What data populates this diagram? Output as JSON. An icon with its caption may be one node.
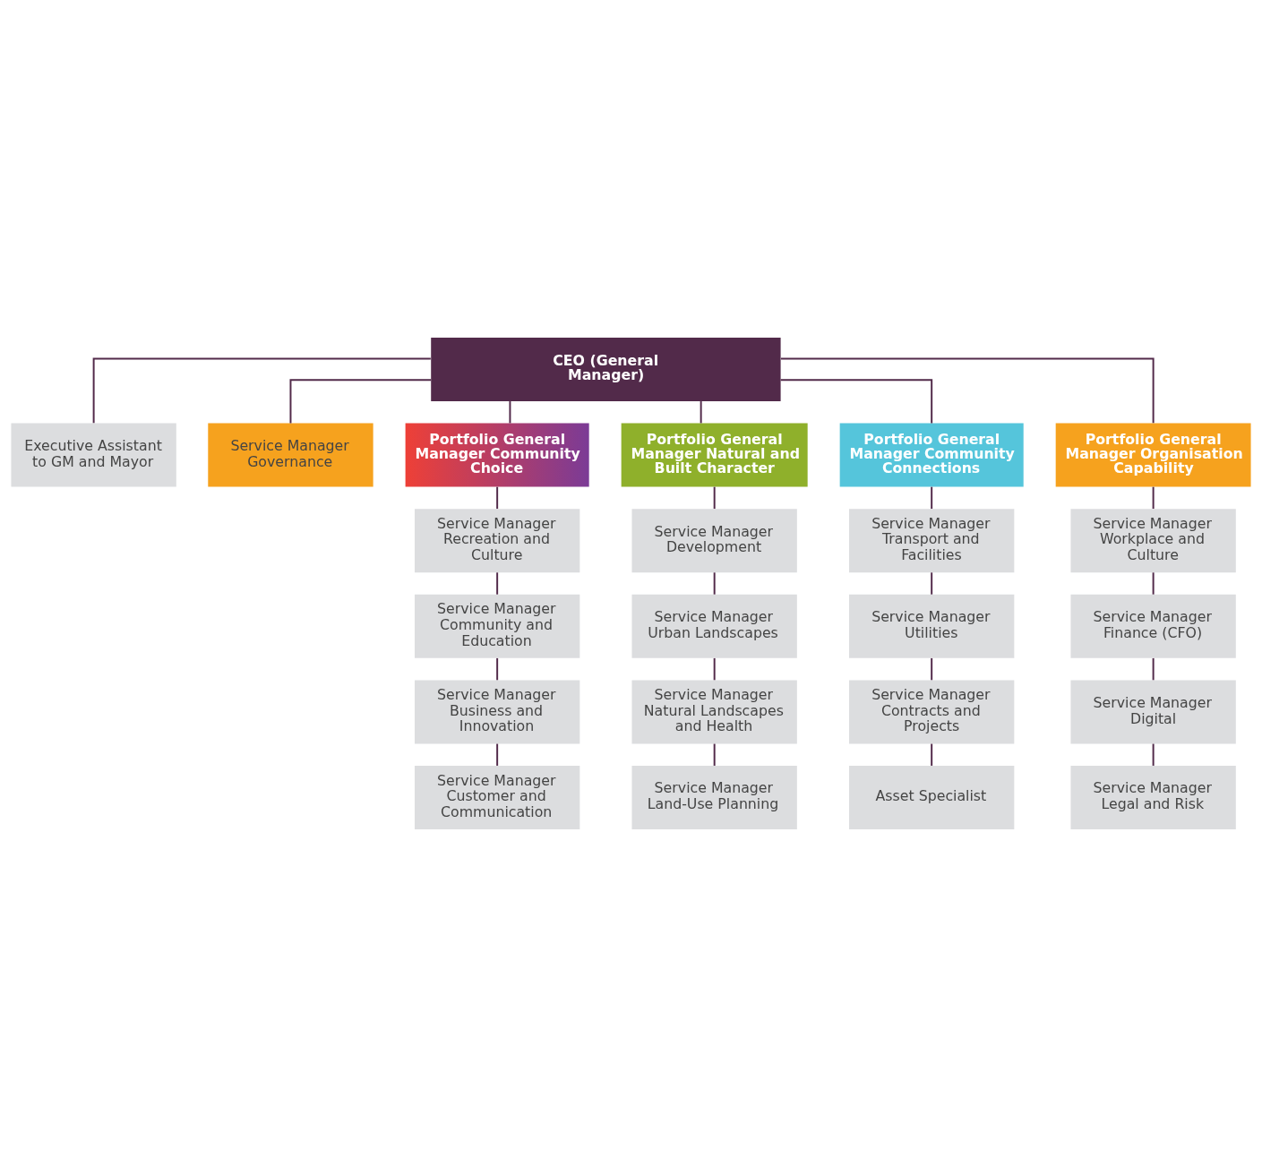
{
  "diagram": {
    "nodes": [
      {
        "text": [
          "CEO (General Manager)"
        ]
      },
      {
        "text": [
          "Executive Assistant to GM and Mayor"
        ]
      },
      {
        "text": [
          "Service Manager Governance"
        ]
      },
      {
        "text": [
          "Portfolio General Manager Community Choice"
        ]
      },
      {
        "text": [
          "Portfolio General Manager Natural and Built Character"
        ]
      },
      {
        "text": [
          "Portfolio General Manager Community Connections"
        ]
      },
      {
        "text": [
          "Portfolio General Manager Organisation Capability"
        ]
      },
      {
        "text": [
          "Service Manager Recreation and Culture"
        ]
      },
      {
        "text": [
          "Service Manager Community and Education"
        ]
      },
      {
        "text": [
          "Service Manager Business and Innovation"
        ]
      },
      {
        "text": [
          "Service Manager Customer and Communication"
        ]
      },
      {
        "text": [
          "Service Manager Development"
        ]
      },
      {
        "text": [
          "Service Manager Urban Landscapes"
        ]
      },
      {
        "text": [
          "Service Manager Natural Landscapes and Health"
        ]
      },
      {
        "text": [
          "Service Manager Land-Use Planning"
        ]
      },
      {
        "text": [
          "Service Manager Transport and Facilities"
        ]
      },
      {
        "text": [
          "Service Manager Utilities"
        ]
      },
      {
        "text": [
          "Service Manager Contracts and Projects"
        ]
      },
      {
        "text": [
          "Asset Specialist"
        ]
      },
      {
        "text": [
          "Service Manager Workplace and Culture"
        ]
      },
      {
        "text": [
          "Service Manager Finance (CFO)"
        ]
      },
      {
        "text": [
          "Service Manager Digital"
        ]
      },
      {
        "text": [
          "Service Manager Legal and Risk"
        ]
      }
    ],
    "edges": [
      {
        "from": 0,
        "to": 1,
        "arrow": "none"
      },
      {
        "from": 0,
        "to": 2,
        "arrow": "none"
      },
      {
        "from": 0,
        "to": 3,
        "arrow": "none"
      },
      {
        "from": 0,
        "to": 4,
        "arrow": "none"
      },
      {
        "from": 0,
        "to": 5,
        "arrow": "none"
      },
      {
        "from": 0,
        "to": 6,
        "arrow": "none"
      },
      {
        "from": 3,
        "to": 7,
        "arrow": "none"
      },
      {
        "from": 7,
        "to": 8,
        "arrow": "none"
      },
      {
        "from": 8,
        "to": 9,
        "arrow": "none"
      },
      {
        "from": 9,
        "to": 10,
        "arrow": "none"
      },
      {
        "from": 4,
        "to": 11,
        "arrow": "none"
      },
      {
        "from": 11,
        "to": 12,
        "arrow": "none"
      },
      {
        "from": 12,
        "to": 13,
        "arrow": "none"
      },
      {
        "from": 13,
        "to": 14,
        "arrow": "none"
      },
      {
        "from": 5,
        "to": 15,
        "arrow": "none"
      },
      {
        "from": 15,
        "to": 16,
        "arrow": "none"
      },
      {
        "from": 16,
        "to": 17,
        "arrow": "none"
      },
      {
        "from": 17,
        "to": 18,
        "arrow": "none"
      },
      {
        "from": 6,
        "to": 19,
        "arrow": "none"
      },
      {
        "from": 19,
        "to": 20,
        "arrow": "none"
      },
      {
        "from": 20,
        "to": 21,
        "arrow": "none"
      },
      {
        "from": 21,
        "to": 22,
        "arrow": "none"
      }
    ]
  }
}
